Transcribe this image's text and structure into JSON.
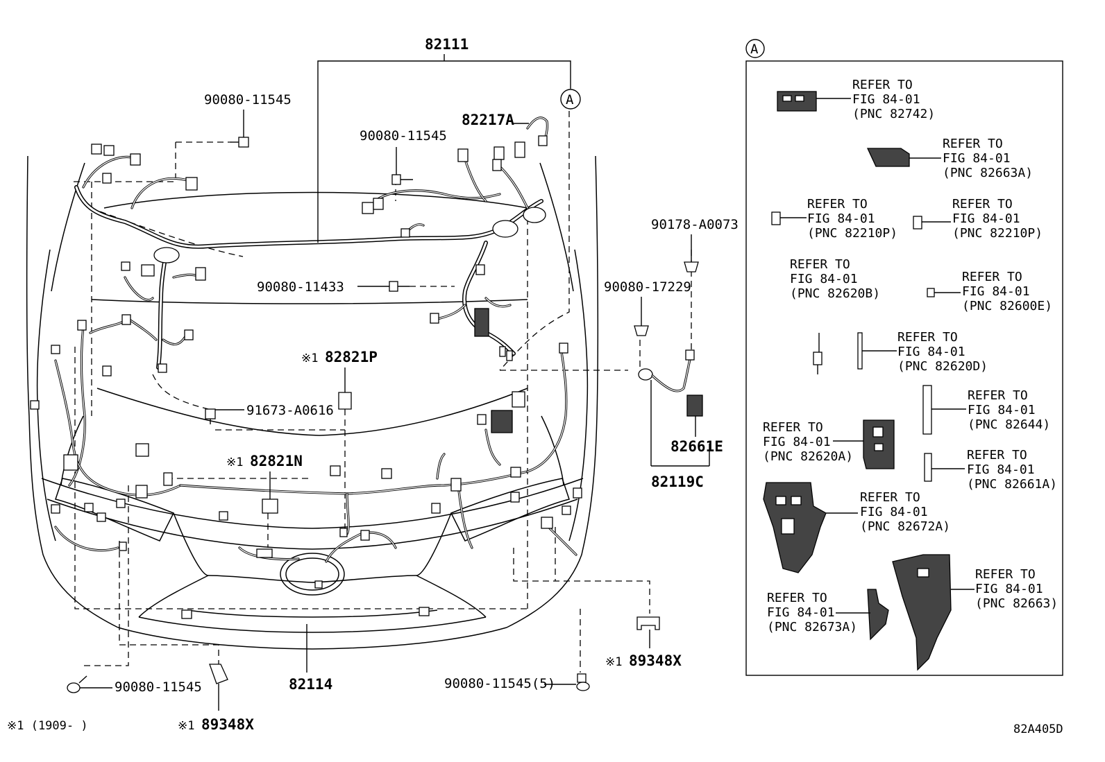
{
  "labels": {
    "harness_main": "82111",
    "harness_front": "82114",
    "harness_sub": "82119C",
    "sensor_82217a": "82217A",
    "bolt_top_left": "90080-11545",
    "bolt_top_mid": "90080-11545",
    "bolt_mid": "90080-11433",
    "clip_91673": "91673-A0616",
    "nut_90178": "90178-A0073",
    "nut_90080_17229": "90080-17229",
    "part_82661e": "82661E",
    "part_82821p": "82821P",
    "part_82821n": "82821N",
    "bolt_bottom_left": "90080-11545",
    "bolt_bottom_right": "90080-11545(5)",
    "bracket_right": "89348X",
    "bracket_left": "89348X",
    "mark": "※1",
    "footnote": "※1 (1909-      )",
    "diagram_code": "82A405D",
    "callout": "A"
  },
  "inset": {
    "title": "A",
    "refs": [
      {
        "line1": "REFER TO",
        "line2": "FIG 84-01",
        "line3": "(PNC 82742)"
      },
      {
        "line1": "REFER TO",
        "line2": "FIG 84-01",
        "line3": "(PNC 82663A)"
      },
      {
        "line1": "REFER TO",
        "line2": "FIG 84-01",
        "line3": "(PNC 82210P)"
      },
      {
        "line1": "REFER TO",
        "line2": "FIG 84-01",
        "line3": "(PNC 82210P)"
      },
      {
        "line1": "REFER TO",
        "line2": "FIG 84-01",
        "line3": "(PNC 82620B)"
      },
      {
        "line1": "REFER TO",
        "line2": "FIG 84-01",
        "line3": "(PNC 82600E)"
      },
      {
        "line1": "REFER TO",
        "line2": "FIG 84-01",
        "line3": "(PNC 82620D)"
      },
      {
        "line1": "REFER TO",
        "line2": "FIG 84-01",
        "line3": "(PNC 82644)"
      },
      {
        "line1": "REFER TO",
        "line2": "FIG 84-01",
        "line3": "(PNC 82620A)"
      },
      {
        "line1": "REFER TO",
        "line2": "FIG 84-01",
        "line3": "(PNC 82661A)"
      },
      {
        "line1": "REFER TO",
        "line2": "FIG 84-01",
        "line3": "(PNC 82672A)"
      },
      {
        "line1": "REFER TO",
        "line2": "FIG 84-01",
        "line3": "(PNC 82673A)"
      },
      {
        "line1": "REFER TO",
        "line2": "FIG 84-01",
        "line3": "(PNC 82663)"
      }
    ]
  }
}
